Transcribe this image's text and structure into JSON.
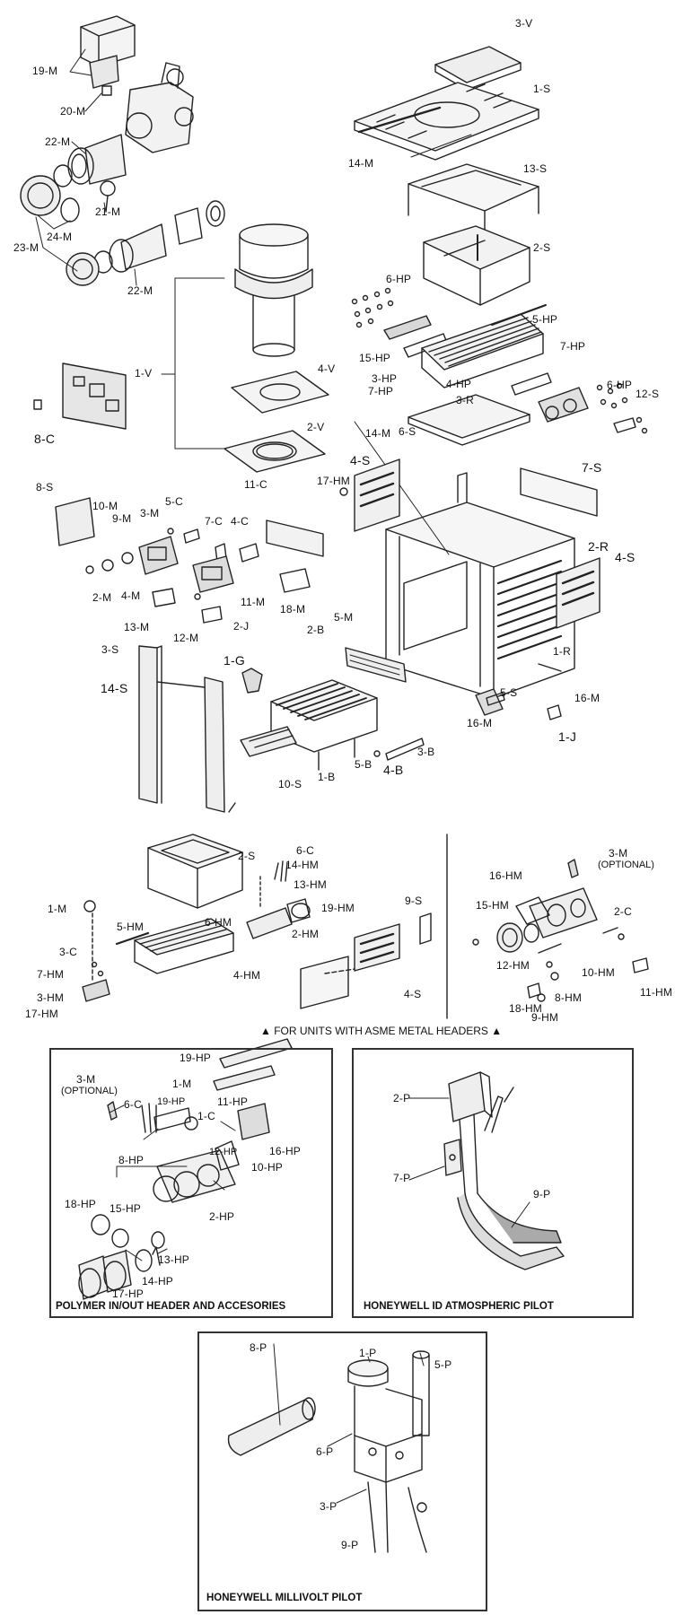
{
  "captions": {
    "asme_note": "FOR UNITS WITH ASME METAL HEADERS",
    "polymer": "POLYMER IN/OUT HEADER AND ACCESORIES",
    "honeywell_id": "HONEYWELL ID ATMOSPHERIC PILOT",
    "millivolt": "HONEYWELL MILLIVOLT PILOT"
  },
  "labels": {
    "l19M": "19-M",
    "l20M": "20-M",
    "l22Ma": "22-M",
    "l21M": "21-M",
    "l24M": "24-M",
    "l23M": "23-M",
    "l22Mb": "22-M",
    "l3V": "3-V",
    "l1S": "1-S",
    "l14Ma": "14-M",
    "l13S": "13-S",
    "l2S": "2-S",
    "l6HPa": "6-HP",
    "l5HP": "5-HP",
    "l15HPa": "15-HP",
    "l3HP": "3-HP",
    "l7HPa": "7-HP",
    "l7HPb": "7-HP",
    "l4HP": "4-HP",
    "l3R": "3-R",
    "l6HPb": "6-HP",
    "l12S": "12-S",
    "l1V": "1-V",
    "l4V": "4-V",
    "l2V": "2-V",
    "l8C": "8-C",
    "l14Mb": "14-M",
    "l6S": "6-S",
    "l4Sa": "4-S",
    "l17HMa": "17-HM",
    "l7S": "7-S",
    "l8S": "8-S",
    "l10M": "10-M",
    "l9M": "9-M",
    "l3Ma": "3-M",
    "l5C": "5-C",
    "l7C": "7-C",
    "l4C": "4-C",
    "l11C": "11-C",
    "l2R": "2-R",
    "l4Sb": "4-S",
    "l2M": "2-M",
    "l4M": "4-M",
    "l11M": "11-M",
    "l18M": "18-M",
    "l13M": "13-M",
    "l12M": "12-M",
    "l2J": "2-J",
    "l5M": "5-M",
    "l3S": "3-S",
    "l14S": "14-S",
    "l1G": "1-G",
    "l2B": "2-B",
    "l1R": "1-R",
    "l16Ma": "16-M",
    "l5S": "5-S",
    "l16Mb": "16-M",
    "l1J": "1-J",
    "l3B": "3-B",
    "l5B": "5-B",
    "l4B": "4-B",
    "l1B": "1-B",
    "l10S": "10-S",
    "l2Sb": "2-S",
    "l6C": "6-C",
    "l14HMa": "14-HM",
    "l13HM": "13-HM",
    "l19HM": "19-HM",
    "l9S": "9-S",
    "l1M": "1-M",
    "l5HM": "5-HM",
    "l6HM": "6-HM",
    "l3C": "3-C",
    "l2HM": "2-HM",
    "l7HM": "7-HM",
    "l4HM": "4-HM",
    "l3HM": "3-HM",
    "l17HMb": "17-HM",
    "l4Sc": "4-S",
    "l3Mb": "3-M",
    "opt1": "(OPTIONAL)",
    "l16HM": "16-HM",
    "l15HM": "15-HM",
    "l2C": "2-C",
    "l12HM": "12-HM",
    "l10HM": "10-HM",
    "l8HM": "8-HM",
    "l11HM": "11-HM",
    "l18HM": "18-HM",
    "l9HM": "9-HM",
    "l19HP": "19-HP",
    "l3Mc": "3-M",
    "opt2": "(OPTIONAL)",
    "l1Mb": "1-M",
    "l6Cb": "6-C",
    "l19HPb": "19-HP",
    "l11HP": "11-HP",
    "l1C": "1-C",
    "l8HP": "8-HP",
    "l12HP": "12-HP",
    "l16HP": "16-HP",
    "l10HP": "10-HP",
    "l18HP": "18-HP",
    "l15HPb": "15-HP",
    "l2HP": "2-HP",
    "l13HP": "13-HP",
    "l14HP": "14-HP",
    "l17HP": "17-HP",
    "l2P": "2-P",
    "l7P": "7-P",
    "l9P": "9-P",
    "l1P": "1-P",
    "l8P": "8-P",
    "l5P": "5-P",
    "l6P": "6-P",
    "l3P": "3-P",
    "l9Pb": "9-P"
  }
}
